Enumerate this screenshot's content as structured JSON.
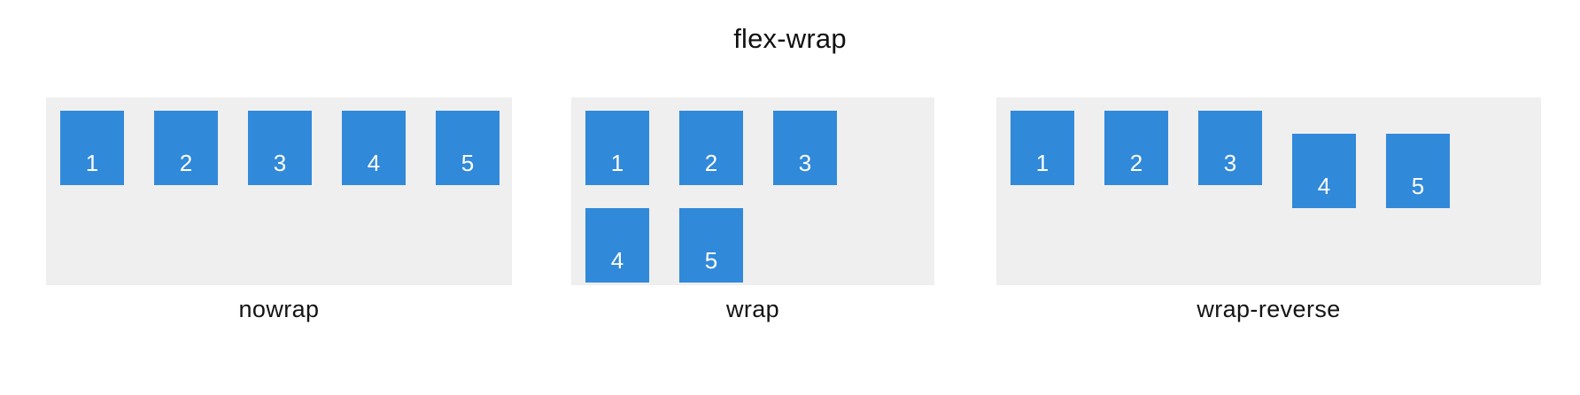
{
  "title": "flex-wrap",
  "colors": {
    "item_blue": "#3189da",
    "panel_gray": "#efefef",
    "background": "#ffffff",
    "text_dark": "#111111",
    "item_text": "#ffffff"
  },
  "panels": [
    {
      "label": "nowrap",
      "mode": "nowrap",
      "rows": [
        {
          "items": [
            "1",
            "2",
            "3",
            "4",
            "5"
          ]
        }
      ],
      "all_items": [
        "1",
        "2",
        "3",
        "4",
        "5"
      ]
    },
    {
      "label": "wrap",
      "mode": "wrap",
      "rows": [
        {
          "items": [
            "1",
            "2",
            "3"
          ]
        },
        {
          "items": [
            "4",
            "5"
          ]
        }
      ],
      "all_items": [
        "1",
        "2",
        "3",
        "4",
        "5"
      ]
    },
    {
      "label": "wrap-reverse",
      "mode": "wrap-reverse",
      "rows": [
        {
          "items": [
            "4",
            "5"
          ]
        },
        {
          "items": [
            "1",
            "2",
            "3"
          ]
        }
      ],
      "all_items": [
        "1",
        "2",
        "3",
        "4",
        "5"
      ]
    }
  ]
}
